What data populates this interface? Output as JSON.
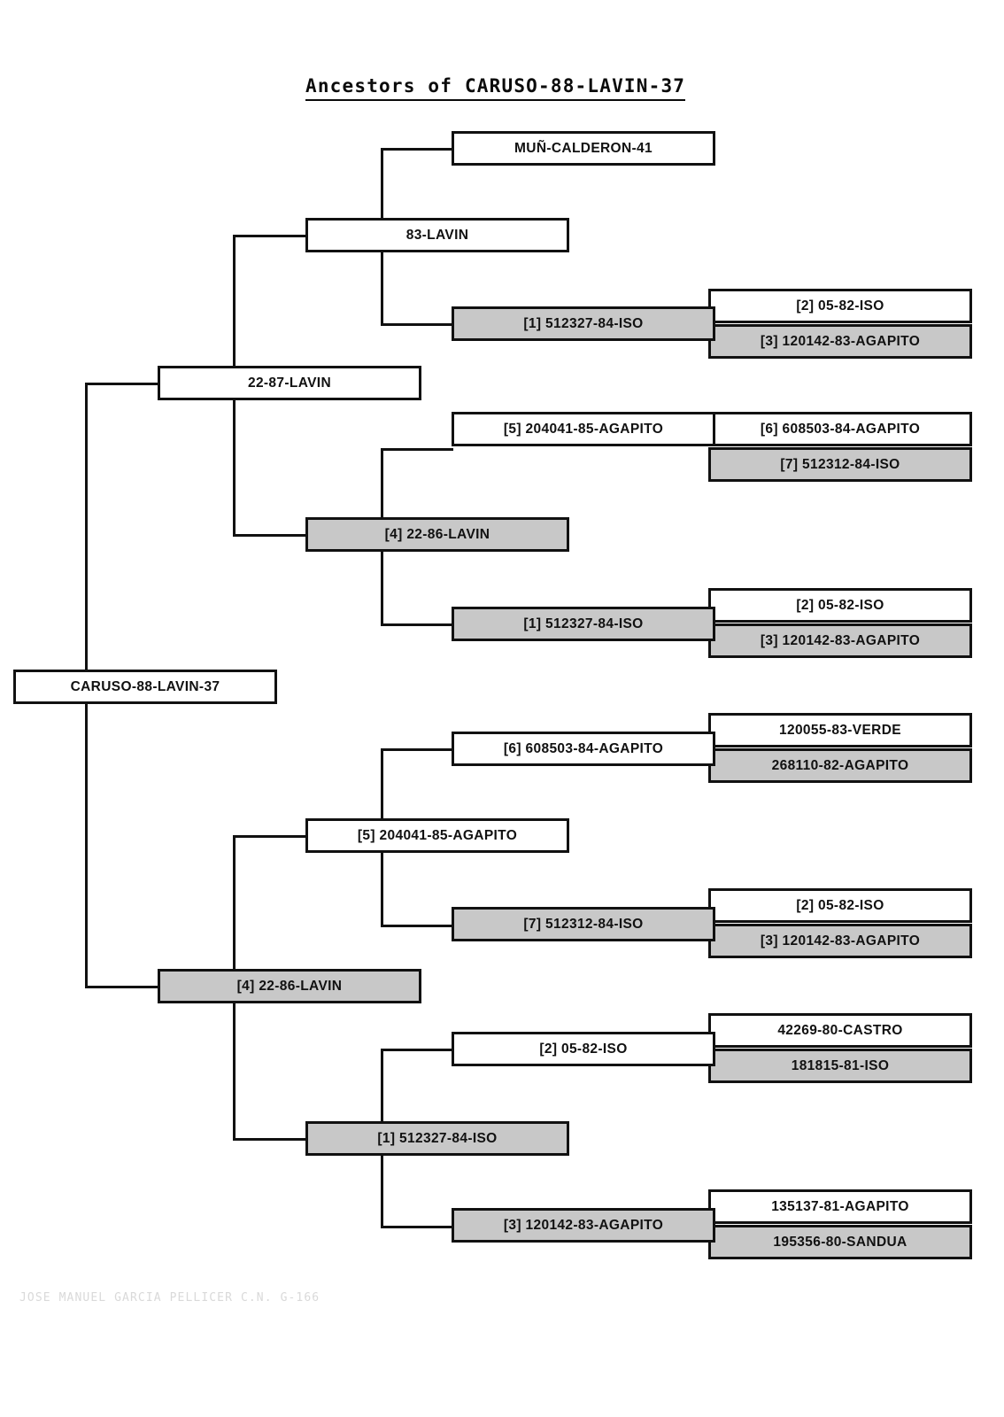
{
  "document": {
    "title": "Ancestors of CARUSO-88-LAVIN-37",
    "footer": "JOSE MANUEL GARCIA PELLICER  C.N.  G-166",
    "colors": {
      "line": "#111111",
      "box_border": "#111111",
      "box_fill_plain": "#ffffff",
      "box_fill_shaded": "#c8c8c8",
      "text": "#111111"
    }
  },
  "nodes": {
    "root": {
      "label": "CARUSO-88-LAVIN-37",
      "shaded": false
    },
    "gen2_father": {
      "label": "22-87-LAVIN",
      "shaded": false
    },
    "gen2_mother": {
      "label": "[4] 22-86-LAVIN",
      "shaded": true
    },
    "gen3_a": {
      "label": "83-LAVIN",
      "shaded": false
    },
    "gen3_b": {
      "label": "[4] 22-86-LAVIN",
      "shaded": true
    },
    "gen3_c": {
      "label": "[5] 204041-85-AGAPITO",
      "shaded": false
    },
    "gen3_d": {
      "label": "[1] 512327-84-ISO",
      "shaded": true
    },
    "gen4_a": {
      "label": "MUÑ-CALDERON-41",
      "shaded": false
    },
    "gen4_b": {
      "label": "[1] 512327-84-ISO",
      "shaded": true
    },
    "gen4_c": {
      "label": "[5] 204041-85-AGAPITO",
      "shaded": false
    },
    "gen4_d": {
      "label": "[1] 512327-84-ISO",
      "shaded": true
    },
    "gen4_e": {
      "label": "[6] 608503-84-AGAPITO",
      "shaded": false
    },
    "gen4_f": {
      "label": "[7] 512312-84-ISO",
      "shaded": true
    },
    "gen4_g": {
      "label": "[2] 05-82-ISO",
      "shaded": false
    },
    "gen4_h": {
      "label": "[3] 120142-83-AGAPITO",
      "shaded": true
    },
    "gen5_a": {
      "label": "[2] 05-82-ISO",
      "shaded": false
    },
    "gen5_b": {
      "label": "[3] 120142-83-AGAPITO",
      "shaded": true
    },
    "gen5_c": {
      "label": "[6] 608503-84-AGAPITO",
      "shaded": false
    },
    "gen5_d": {
      "label": "[7] 512312-84-ISO",
      "shaded": true
    },
    "gen5_e": {
      "label": "[2] 05-82-ISO",
      "shaded": false
    },
    "gen5_f": {
      "label": "[3] 120142-83-AGAPITO",
      "shaded": true
    },
    "gen5_g": {
      "label": "120055-83-VERDE",
      "shaded": false
    },
    "gen5_h": {
      "label": "268110-82-AGAPITO",
      "shaded": true
    },
    "gen5_i": {
      "label": "[2] 05-82-ISO",
      "shaded": false
    },
    "gen5_j": {
      "label": "[3] 120142-83-AGAPITO",
      "shaded": true
    },
    "gen5_k": {
      "label": "42269-80-CASTRO",
      "shaded": false
    },
    "gen5_l": {
      "label": "181815-81-ISO",
      "shaded": true
    },
    "gen5_m": {
      "label": "135137-81-AGAPITO",
      "shaded": false
    },
    "gen5_n": {
      "label": "195356-80-SANDUA",
      "shaded": true
    }
  }
}
